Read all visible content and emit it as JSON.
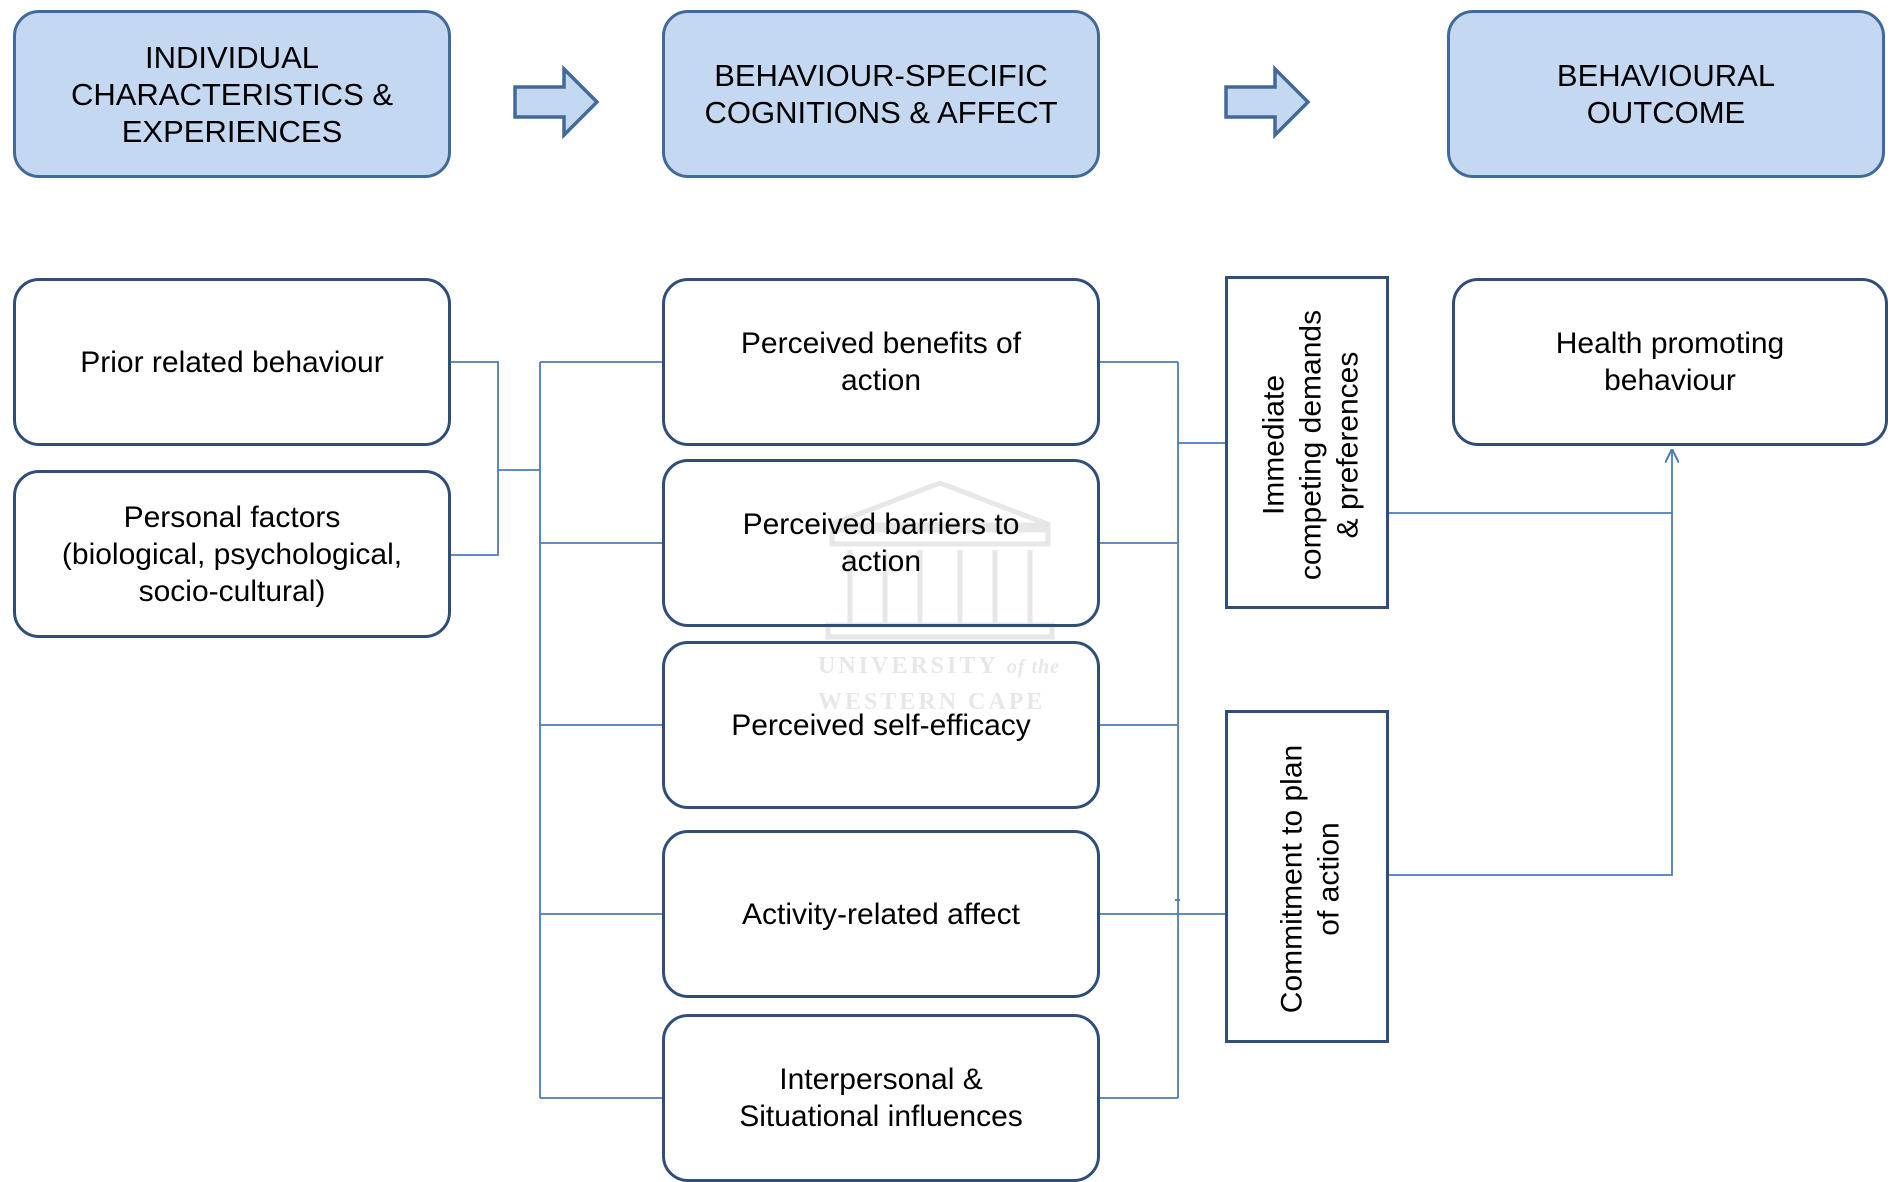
{
  "headers": {
    "individual": "INDIVIDUAL\nCHARACTERISTICS &\nEXPERIENCES",
    "cognitions": "BEHAVIOUR-SPECIFIC\nCOGNITIONS & AFFECT",
    "outcome": "BEHAVIOURAL\nOUTCOME"
  },
  "individual_factors": {
    "prior": "Prior related behaviour",
    "personal": "Personal factors\n(biological, psychological,\nsocio-cultural)"
  },
  "cognitions": {
    "benefits": "Perceived benefits of\naction",
    "barriers": "Perceived barriers to\naction",
    "self_efficacy": "Perceived self-efficacy",
    "affect": "Activity-related affect",
    "influences": "Interpersonal &\nSituational influences"
  },
  "vertical": {
    "demands": "Immediate\ncompeting demands\n& preferences",
    "commitment": "Commitment to plan\nof action"
  },
  "outcome_box": "Health promoting\nbehaviour",
  "watermark": {
    "line1": "UNIVERSITY",
    "line1_suffix": "of the",
    "line2": "WESTERN CAPE"
  },
  "colors": {
    "header_fill": "#c5d8f1",
    "box_border": "#2f4f78",
    "connector": "#4a7bbd",
    "arrow_fill": "#c5d8f1"
  }
}
